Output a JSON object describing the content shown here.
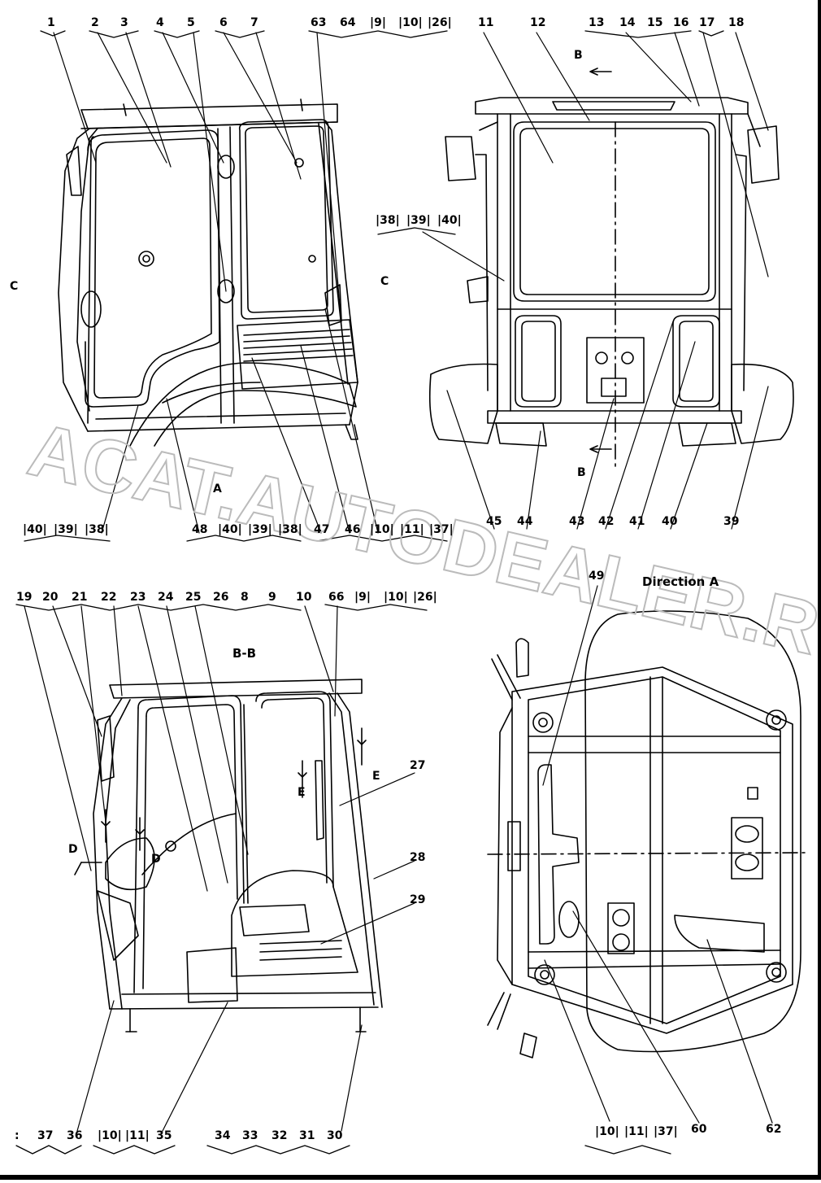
{
  "views": {
    "left_side": {
      "top_labels": [
        "1",
        "2",
        "3",
        "4",
        "5",
        "6",
        "7",
        "63",
        "64",
        "|9|",
        "|10|",
        "|26|"
      ],
      "bottom_labels": [
        "|40|",
        "|39|",
        "|38|",
        "48",
        "|40|",
        "|39|",
        "|38|",
        "47",
        "46",
        "|10|",
        "|11|",
        "|37|"
      ],
      "section_c_left": "C",
      "section_c_right": "C",
      "view_a": "A"
    },
    "rear": {
      "top_labels": [
        "11",
        "12",
        "13",
        "14",
        "15",
        "16",
        "17",
        "18"
      ],
      "side_labels": [
        "|38|",
        "|39|",
        "|40|"
      ],
      "bottom_labels": [
        "45",
        "44",
        "43",
        "42",
        "41",
        "40",
        "39"
      ],
      "section_b_top": "B",
      "section_b_bottom": "B"
    },
    "section_bb": {
      "title": "B-B",
      "top_labels": [
        "19",
        "20",
        "21",
        "22",
        "23",
        "24",
        "25",
        "26",
        "8",
        "9",
        "10",
        "66",
        "|9|",
        "|10|",
        "|26|"
      ],
      "right_labels": [
        "27",
        "28",
        "29"
      ],
      "bottom_labels": [
        ":",
        "37",
        "36",
        "|10|",
        "|11|",
        "35",
        "34",
        "33",
        "32",
        "31",
        "30"
      ],
      "section_d_left": "D",
      "section_d_right": "D",
      "section_e_left": "E",
      "section_e_right": "E"
    },
    "direction_a": {
      "title": "Direction A",
      "top_labels": [
        "49"
      ],
      "bottom_labels": [
        "|10|",
        "|11|",
        "|37|",
        "60",
        "62"
      ]
    }
  },
  "watermark": [
    "ACAT.AUTODEALER.RU"
  ]
}
